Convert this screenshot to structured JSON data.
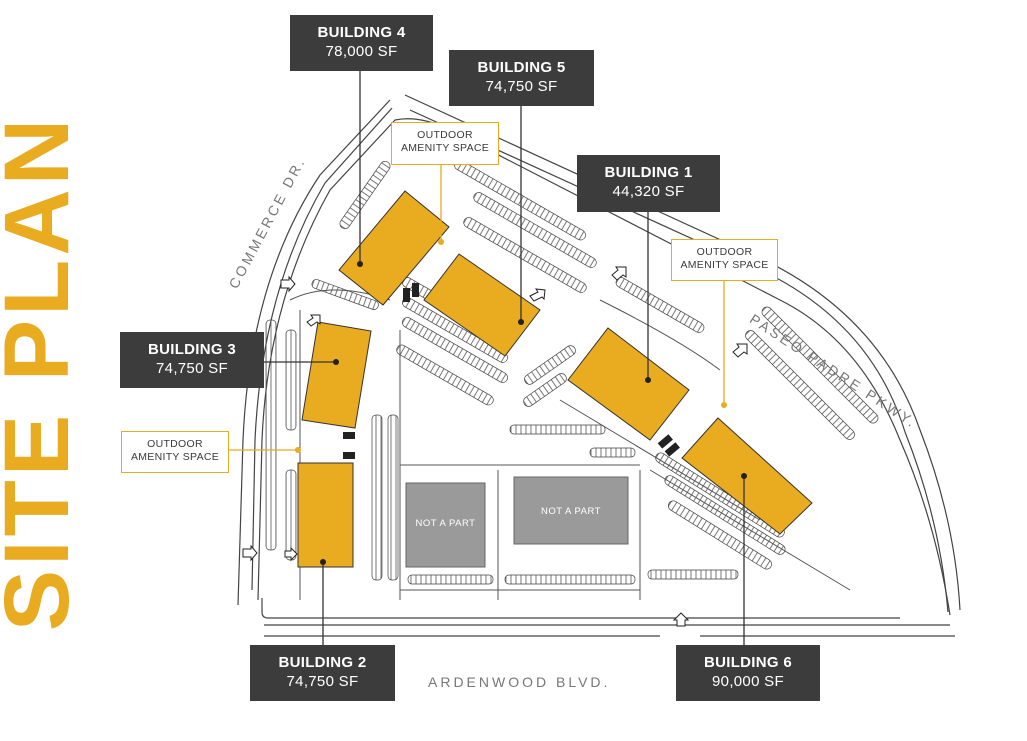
{
  "title": "SITE PLAN",
  "buildings": [
    {
      "id": "building-4",
      "name": "BUILDING 4",
      "size": "78,000 SF"
    },
    {
      "id": "building-5",
      "name": "BUILDING 5",
      "size": "74,750 SF"
    },
    {
      "id": "building-1",
      "name": "BUILDING 1",
      "size": "44,320 SF"
    },
    {
      "id": "building-3",
      "name": "BUILDING 3",
      "size": "74,750 SF"
    },
    {
      "id": "building-2",
      "name": "BUILDING 2",
      "size": "74,750 SF"
    },
    {
      "id": "building-6",
      "name": "BUILDING 6",
      "size": "90,000 SF"
    }
  ],
  "amenity_label": "OUTDOOR AMENITY SPACE",
  "amenities": [
    {
      "line1": "OUTDOOR",
      "line2": "AMENITY SPACE"
    },
    {
      "line1": "OUTDOOR",
      "line2": "AMENITY SPACE"
    },
    {
      "line1": "OUTDOOR",
      "line2": "AMENITY SPACE"
    }
  ],
  "not_a_part": [
    "NOT A PART",
    "NOT A PART"
  ],
  "streets": {
    "commerce": "COMMERCE DR.",
    "paseo": "PASEO PADRE PKWY.",
    "ardenwood": "ARDENWOOD BLVD."
  },
  "colors": {
    "accent": "#e9ab1f",
    "label_bg": "#3c3c3c",
    "building_fill": "#e9ab1f",
    "not_a_part_fill": "#9a9a9a",
    "lines": "#333333"
  }
}
